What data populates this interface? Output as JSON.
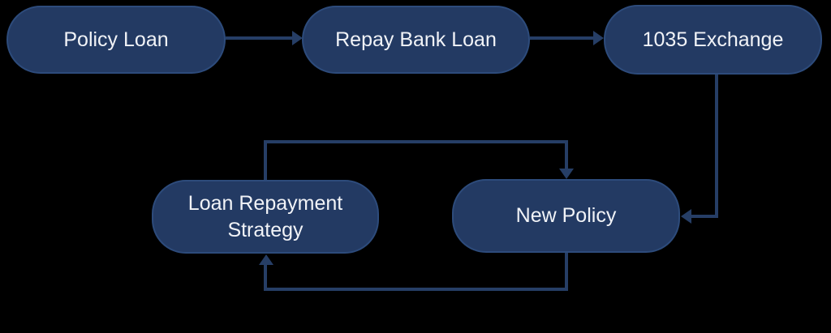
{
  "diagram": {
    "type": "flowchart",
    "background_color": "#000000",
    "node_fill_color": "#233a63",
    "node_border_color": "#2d4b7b",
    "connector_color": "#263e66",
    "text_color": "#f1f3f7",
    "nodes": [
      {
        "id": "policy-loan",
        "label": "Policy Loan"
      },
      {
        "id": "repay-bank-loan",
        "label": "Repay Bank Loan"
      },
      {
        "id": "exchange-1035",
        "label": "1035 Exchange"
      },
      {
        "id": "loan-repayment-strategy",
        "label": "Loan Repayment Strategy"
      },
      {
        "id": "new-policy",
        "label": "New Policy"
      }
    ],
    "edges": [
      {
        "from": "Policy Loan",
        "to": "Repay Bank Loan",
        "style": "straight-right"
      },
      {
        "from": "Repay Bank Loan",
        "to": "1035 Exchange",
        "style": "straight-right"
      },
      {
        "from": "1035 Exchange",
        "to": "New Policy",
        "style": "elbow-down-left"
      },
      {
        "from": "Loan Repayment Strategy",
        "to": "New Policy",
        "style": "elbow-up-right-down"
      },
      {
        "from": "New Policy",
        "to": "Loan Repayment Strategy",
        "style": "elbow-down-left-up"
      }
    ]
  }
}
